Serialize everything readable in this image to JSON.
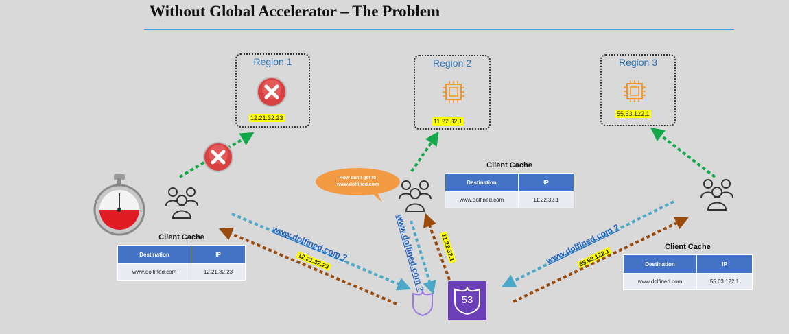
{
  "title": "Without Global Accelerator – The Problem",
  "regions": [
    {
      "label": "Region 1",
      "ip": "12.21.32.23",
      "status": "down"
    },
    {
      "label": "Region 2",
      "ip": "11.22.32.1",
      "status": "up"
    },
    {
      "label": "Region 3",
      "ip": "55.63.122.1",
      "status": "up"
    }
  ],
  "bubble": {
    "line1": "How can I get to",
    "line2": "www.dolfined.com"
  },
  "caches": [
    {
      "title": "Client Cache",
      "headers": [
        "Destination",
        "IP"
      ],
      "row": [
        "www.dolfined.com",
        "12.21.32.23"
      ]
    },
    {
      "title": "Client Cache",
      "headers": [
        "Destination",
        "IP"
      ],
      "row": [
        "www.dolfined.com",
        "11.22.32.1"
      ]
    },
    {
      "title": "Client Cache",
      "headers": [
        "Destination",
        "IP"
      ],
      "row": [
        "www.dolfined.com",
        "55.63.122.1"
      ]
    }
  ],
  "queries": {
    "left_domain": "www.dolfined.com ?",
    "left_ip": "12.21.32.23",
    "mid_domain": "www.dolfined.com ?",
    "mid_ip": "11.22.32.1",
    "right_domain": "www.dolfined.com ?",
    "right_ip": "55.63.122.1"
  },
  "route53_label": "53",
  "colors": {
    "accent_rule": "#2ea3d6",
    "region_label": "#2e75b6",
    "green_arrow": "#12a84a",
    "blue_arrow": "#4ba8c9",
    "brown_arrow": "#9a4a0b",
    "table_header": "#4472c4",
    "ip_highlight": "#ffff00",
    "route53": "#6b3fb7",
    "bubble": "#f39a45"
  }
}
